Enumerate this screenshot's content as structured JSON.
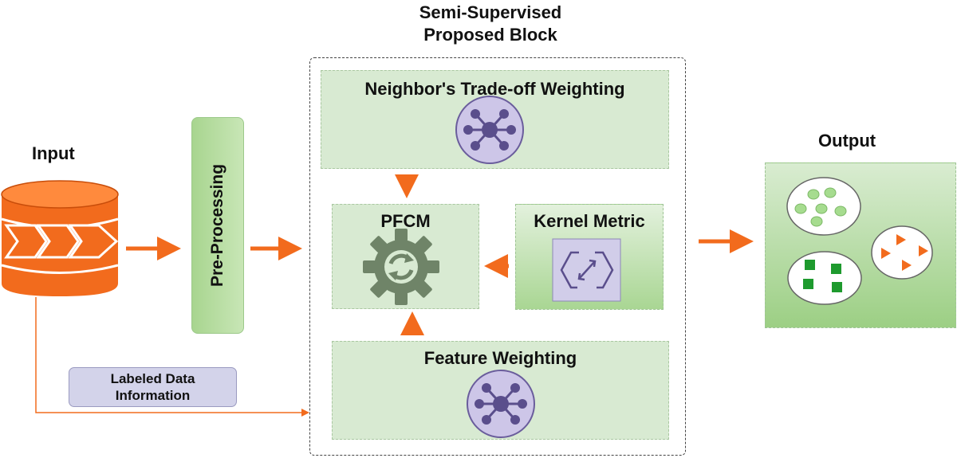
{
  "header": {
    "title_line1": "Semi-Supervised",
    "title_line2": "Proposed Block"
  },
  "input": {
    "label": "Input",
    "icon": "database-icon"
  },
  "preprocessing": {
    "label": "Pre-Processing"
  },
  "labeled_data": {
    "line1": "Labeled Data",
    "line2": "Information"
  },
  "neighbor_weighting": {
    "label": "Neighbor's Trade-off Weighting",
    "icon": "network-hub-icon"
  },
  "pfcm": {
    "label": "PFCM",
    "icon": "gear-cycle-icon"
  },
  "kernel_metric": {
    "label": "Kernel Metric",
    "icon": "kernel-link-icon"
  },
  "feature_weighting": {
    "label": "Feature Weighting",
    "icon": "network-hub-icon"
  },
  "output": {
    "label": "Output"
  },
  "colors": {
    "arrow": "#f26b1d",
    "green_panel": "#d8ead2",
    "purple_icon": "#5a4e8c",
    "gear": "#6f8468",
    "cluster_light": "#a6dc8f",
    "cluster_square": "#1e9a2e",
    "cluster_triangle": "#f26b1d"
  }
}
